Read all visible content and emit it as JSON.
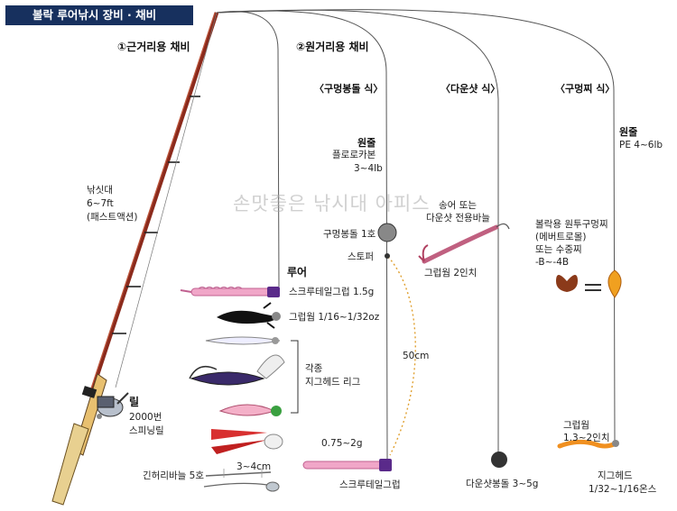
{
  "title": "볼락 루어낚시 장비 · 채비",
  "watermark": "손맛좋은 낚시대 아피스",
  "sections": {
    "near": "①근거리용 채비",
    "far": "②원거리용 채비"
  },
  "methods": {
    "float": "〈구멍봉돌 식〉",
    "dropshot": "〈다운샷 식〉",
    "bobber": "〈구멍찌 식〉"
  },
  "rod": {
    "label": "낚싯대",
    "length": "6~7ft",
    "action": "(패스트액션)"
  },
  "reel": {
    "label": "릴",
    "size": "2000번",
    "type": "스피닝릴"
  },
  "lure": {
    "header": "루어",
    "screwtail": "스크루테일그럽 1.5g",
    "grub": "그럽웜 1/16~1/32oz",
    "jighead_label_1": "각종",
    "jighead_label_2": "지그헤드 리그",
    "hook": "긴허리바늘 5호",
    "hook_distance": "3~4cm"
  },
  "float_rig": {
    "mainline": "원줄",
    "mainline_material": "플로로카본",
    "mainline_weight": "3~4lb",
    "sinker": "구멍봉돌 1호",
    "stopper": "스토퍼",
    "distance": "50cm",
    "jig_weight": "0.75~2g",
    "lure": "스크루테일그럽"
  },
  "dropshot_rig": {
    "hook_1": "송어 또는",
    "hook_2": "다운샷 전용바늘",
    "worm": "그럽웜 2인치",
    "sinker": "다운샷봉돌 3~5g"
  },
  "bobber_rig": {
    "mainline": "원줄",
    "mainline_spec": "PE 4~6lb",
    "float_1": "볼락용 원투구멍찌",
    "float_2": "(메버트로몰)",
    "float_3": "또는 수중찌",
    "float_4": "-B~-4B",
    "worm_1": "그럽웜",
    "worm_2": "1.3~2인치",
    "jighead_1": "지그헤드",
    "jighead_2": "1/32~1/16온스"
  },
  "colors": {
    "rod": "#8b2a1c",
    "title_bg": "#17305e",
    "accent_blue": "#2a63b8",
    "pink": "#f0a6c8"
  }
}
